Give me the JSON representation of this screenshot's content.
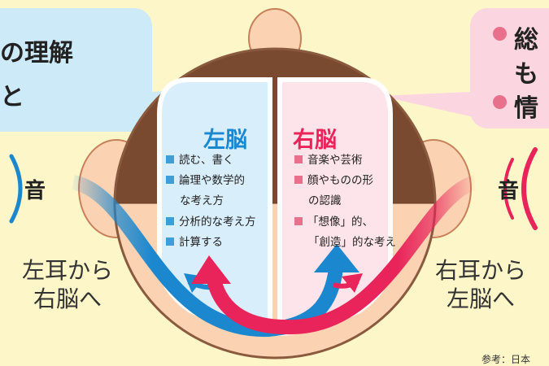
{
  "left_bubble": {
    "line1": "の理解",
    "line2": "と"
  },
  "right_bubble": {
    "line1": "総",
    "line2": "も",
    "line3": "情"
  },
  "left_brain": {
    "heading": "左脳",
    "items": [
      "読む、書く",
      "論理や数学的",
      "な考え方",
      "分析的な考え方",
      "計算する"
    ]
  },
  "right_brain": {
    "heading": "右脳",
    "items": [
      "音楽や芸術",
      "顔やものの形",
      "の認識",
      "「想像」的、",
      "「創造」的な考え"
    ]
  },
  "sound_left": "音",
  "sound_right": "音",
  "left_ear_caption": {
    "line1": "左耳から",
    "line2": "右脳へ"
  },
  "right_ear_caption": {
    "line1": "右耳から",
    "line2": "左脳へ"
  },
  "source_note": "参考：日本",
  "colors": {
    "background": "#fdf6c9",
    "left_bubble": "#cdeaf8",
    "right_bubble": "#fbd5e0",
    "hair": "#7a4a30",
    "skin": "#fbd3b2",
    "left_brain": "#d9eefb",
    "right_brain": "#fde3ea",
    "blue_arrow": "#1b87cf",
    "pink_arrow": "#e8245a"
  }
}
